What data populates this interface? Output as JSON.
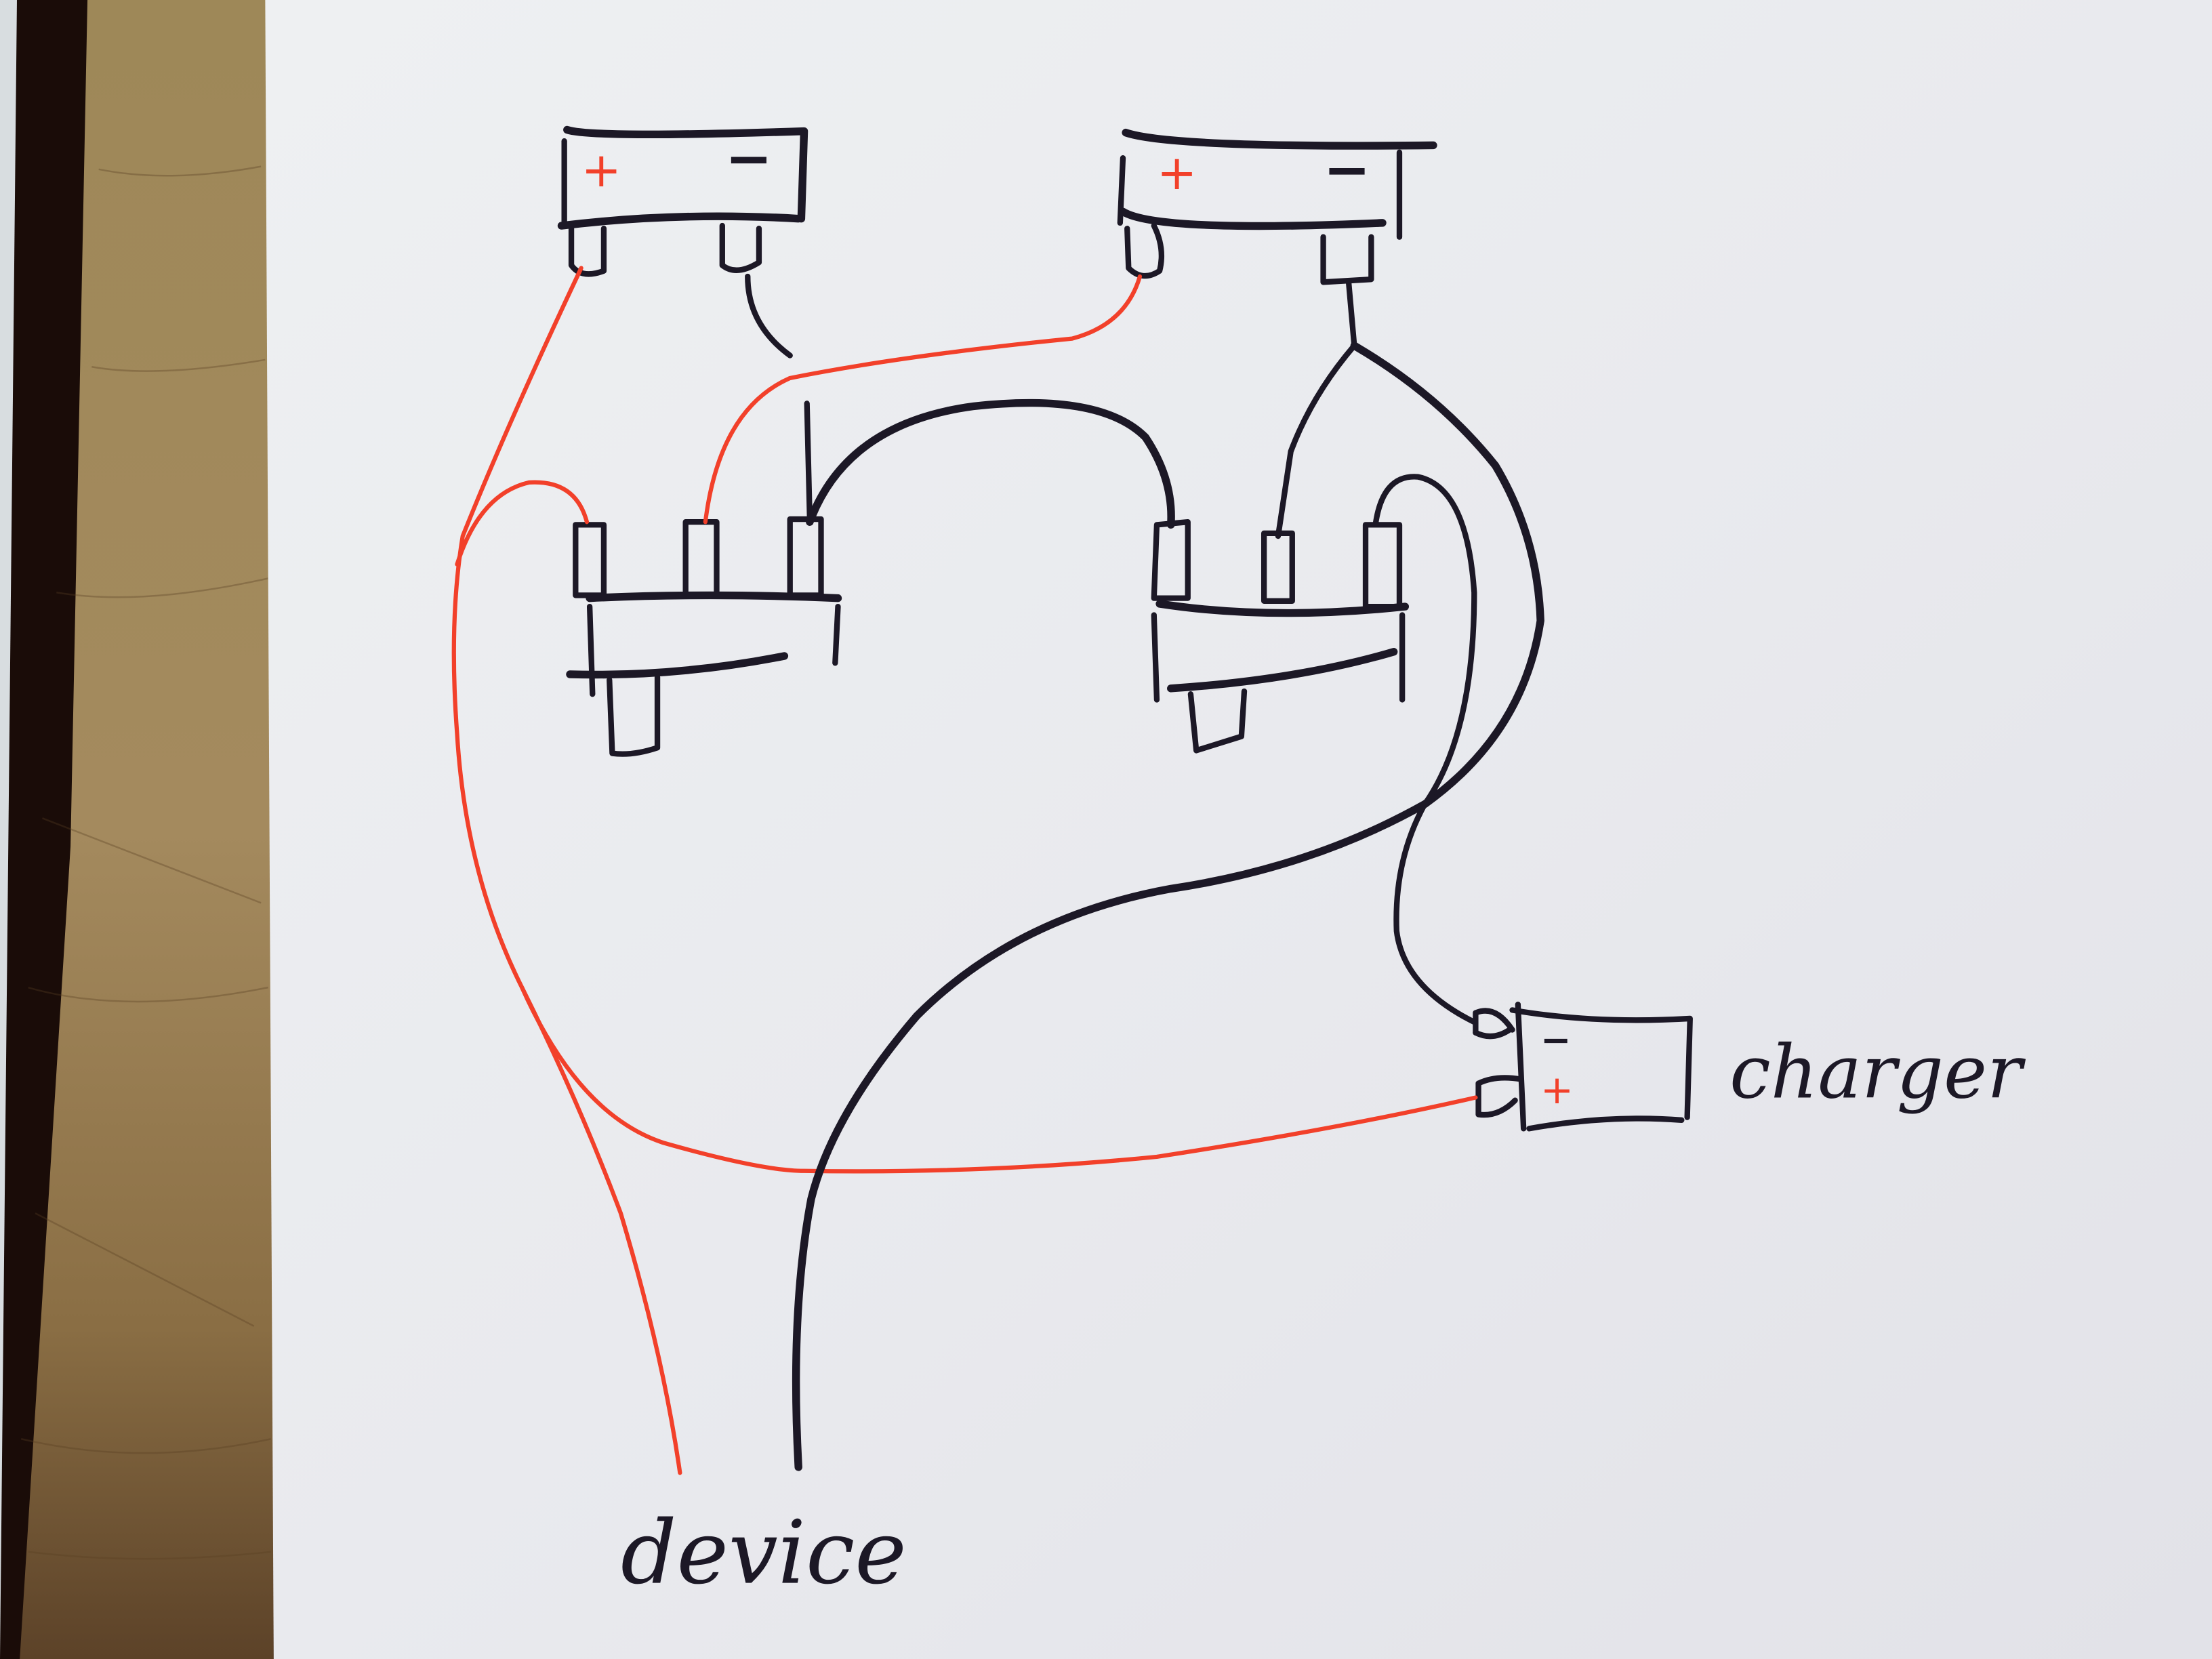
{
  "diagram": {
    "type": "hand-drawn wiring schematic on paper",
    "colors": {
      "paper": "#ecedf0",
      "ink_black": "#1c1826",
      "ink_red": "#f2402a",
      "wood": "#a08a5c",
      "wood_dark": "#6b5435",
      "shadow": "#1a0c08"
    },
    "components": {
      "battery_left": {
        "plus": "+",
        "minus": "−"
      },
      "battery_right": {
        "plus": "+",
        "minus": "−"
      },
      "switch_left": {
        "pins": 3
      },
      "switch_right": {
        "pins": 3
      },
      "charger": {
        "label": "charger",
        "minus": "−",
        "plus": "+"
      },
      "device": {
        "label": "device"
      }
    },
    "wires": [
      {
        "from": "battery_left.plus",
        "to": "device",
        "color": "red"
      },
      {
        "from": "battery_left.plus",
        "to": "switch_left.pin1",
        "color": "red"
      },
      {
        "from": "battery_right.plus",
        "to": "switch_left.pin2",
        "color": "red"
      },
      {
        "from": "battery_left.minus",
        "to": "switch_left.pin3",
        "color": "black"
      },
      {
        "from": "switch_left.pin3",
        "to": "switch_right.pin1",
        "color": "black"
      },
      {
        "from": "battery_right.minus",
        "to": "switch_right.pin2",
        "color": "black"
      },
      {
        "from": "battery_right.minus",
        "to": "device",
        "color": "black"
      },
      {
        "from": "switch_right.pin3",
        "to": "charger.minus",
        "color": "black"
      },
      {
        "from": "device",
        "to": "charger.plus",
        "color": "red"
      }
    ]
  }
}
